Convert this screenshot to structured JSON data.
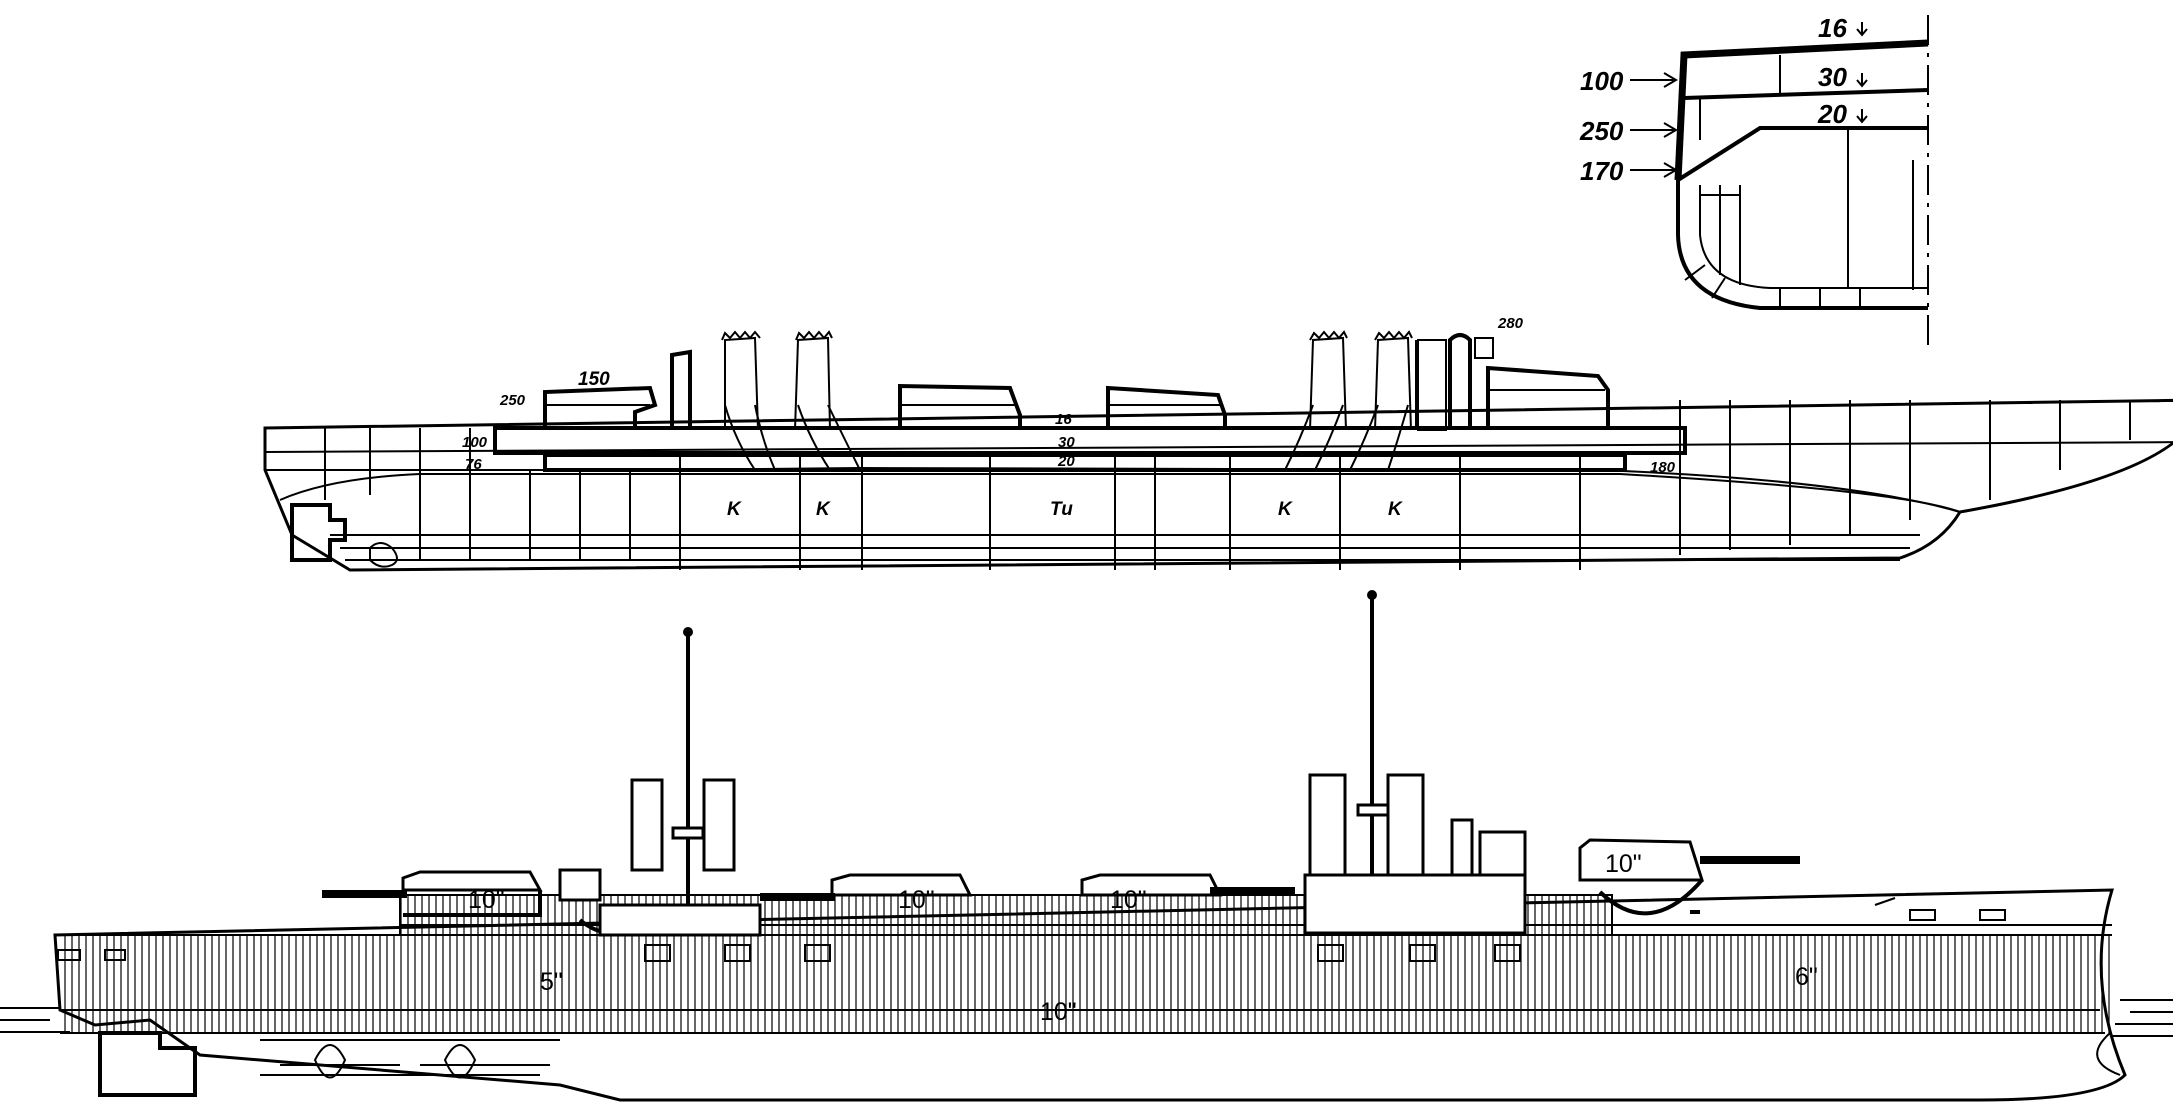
{
  "section": {
    "labels": [
      "16",
      "30",
      "20",
      "100",
      "250",
      "170"
    ]
  },
  "profile": {
    "top_labels": [
      "150",
      "280"
    ],
    "side_labels": [
      "250",
      "100",
      "76",
      "180"
    ],
    "deck_labels": [
      "16",
      "30",
      "20"
    ],
    "compartments": [
      "K",
      "K",
      "Tu",
      "K",
      "K"
    ]
  },
  "elevation": {
    "turret_labels": [
      "10\"",
      "10\"",
      "10\"",
      "10\""
    ],
    "belt_labels": [
      "5\"",
      "10\"",
      "6\""
    ]
  },
  "colors": {
    "ink": "#000000",
    "paper": "#ffffff"
  },
  "icons": [
    "arrow-icon",
    "propeller-icon",
    "rudder-icon"
  ]
}
